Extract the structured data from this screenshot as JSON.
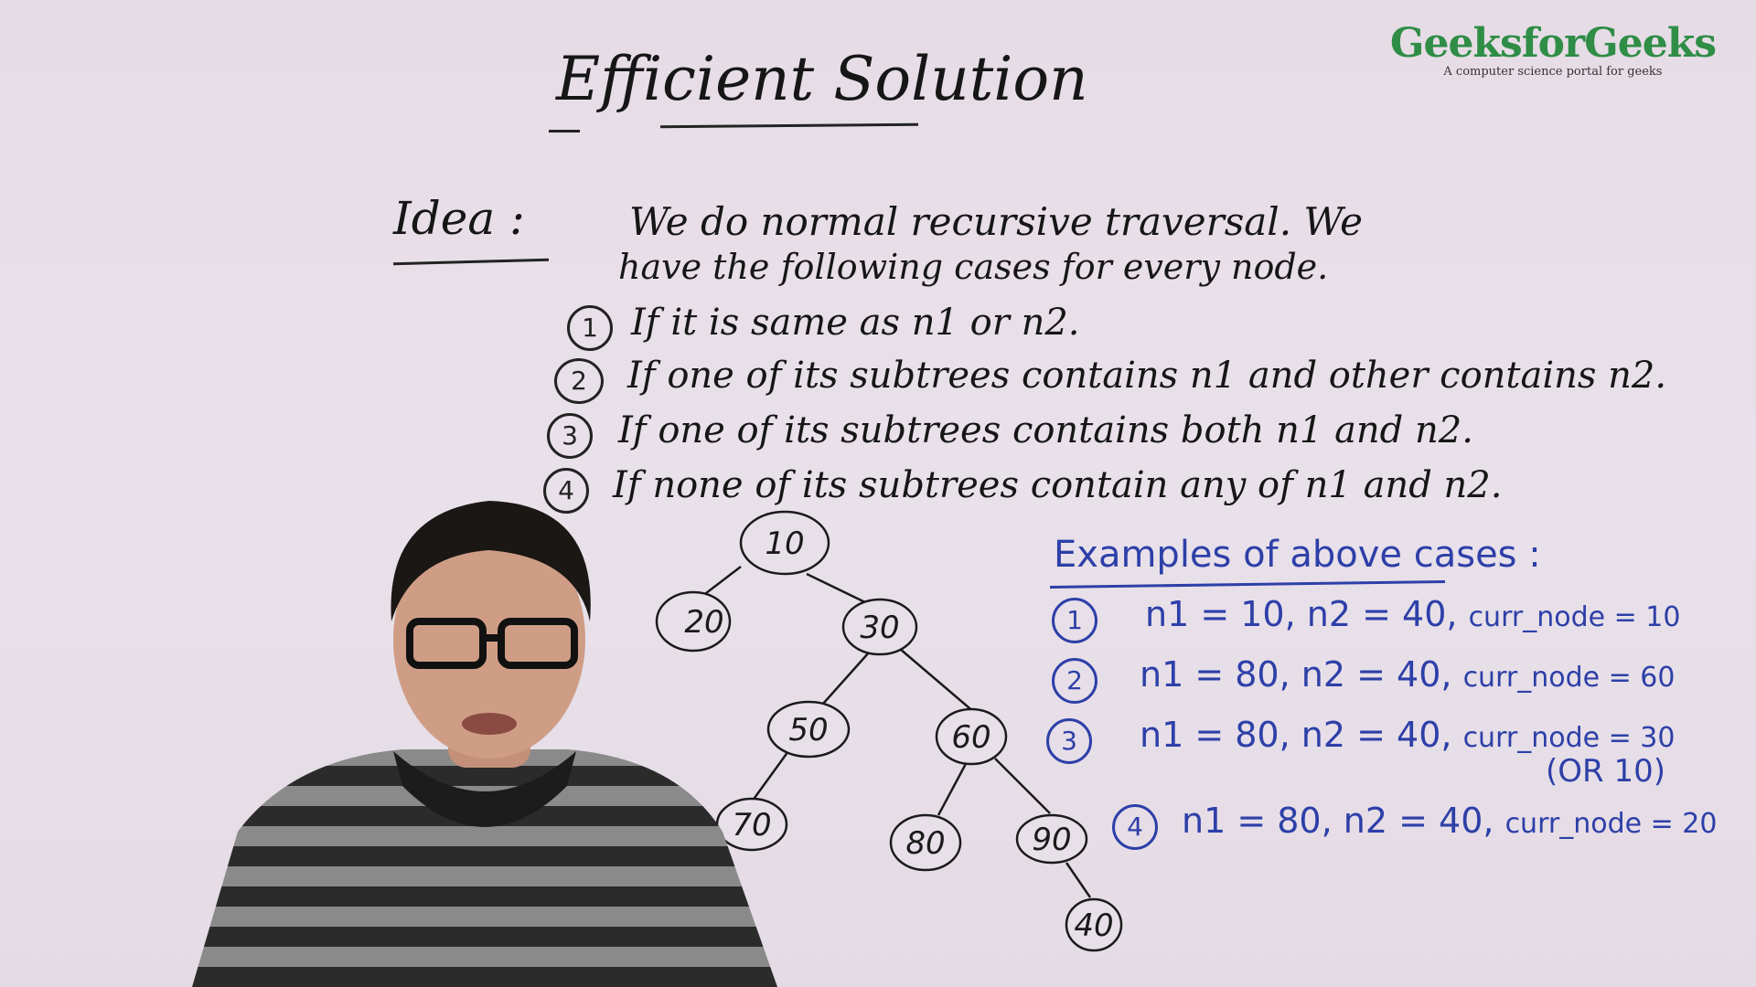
{
  "logo": {
    "name": "GeeksforGeeks",
    "tagline": "A computer science portal for geeks"
  },
  "board": {
    "title": "Efficient Solution",
    "idea_label": "Idea :",
    "idea_line1": "We do normal recursive traversal. We",
    "idea_line2": "have the following cases for every node.",
    "cases": [
      {
        "num": "1",
        "text": "If it is same as n1 or n2."
      },
      {
        "num": "2",
        "text": "If one of its subtrees contains n1 and other contains n2."
      },
      {
        "num": "3",
        "text": "If one of its subtrees contains both n1 and n2."
      },
      {
        "num": "4",
        "text": "If none of its subtrees contain any of n1 and n2."
      }
    ],
    "tree_nodes": [
      "10",
      "20",
      "30",
      "50",
      "60",
      "70",
      "80",
      "90",
      "40"
    ],
    "examples_title": "Examples of above cases :",
    "examples": [
      {
        "num": "1",
        "text": "n1 = 10,  n2 = 40,",
        "node": "curr_node = 10"
      },
      {
        "num": "2",
        "text": "n1 = 80,  n2 = 40,",
        "node": "curr_node = 60"
      },
      {
        "num": "3",
        "text": "n1 = 80,  n2 = 40,",
        "node": "curr_node = 30"
      },
      {
        "num": "4",
        "text": "n1 = 80,  n2 = 40,",
        "node": "curr_node = 20"
      }
    ],
    "example3_alt": "(OR 10)"
  },
  "colors": {
    "ink": "#161616",
    "marker_blue": "#2d3fa8",
    "logo_green": "#2f8d46",
    "board": "#e8dfe8"
  }
}
